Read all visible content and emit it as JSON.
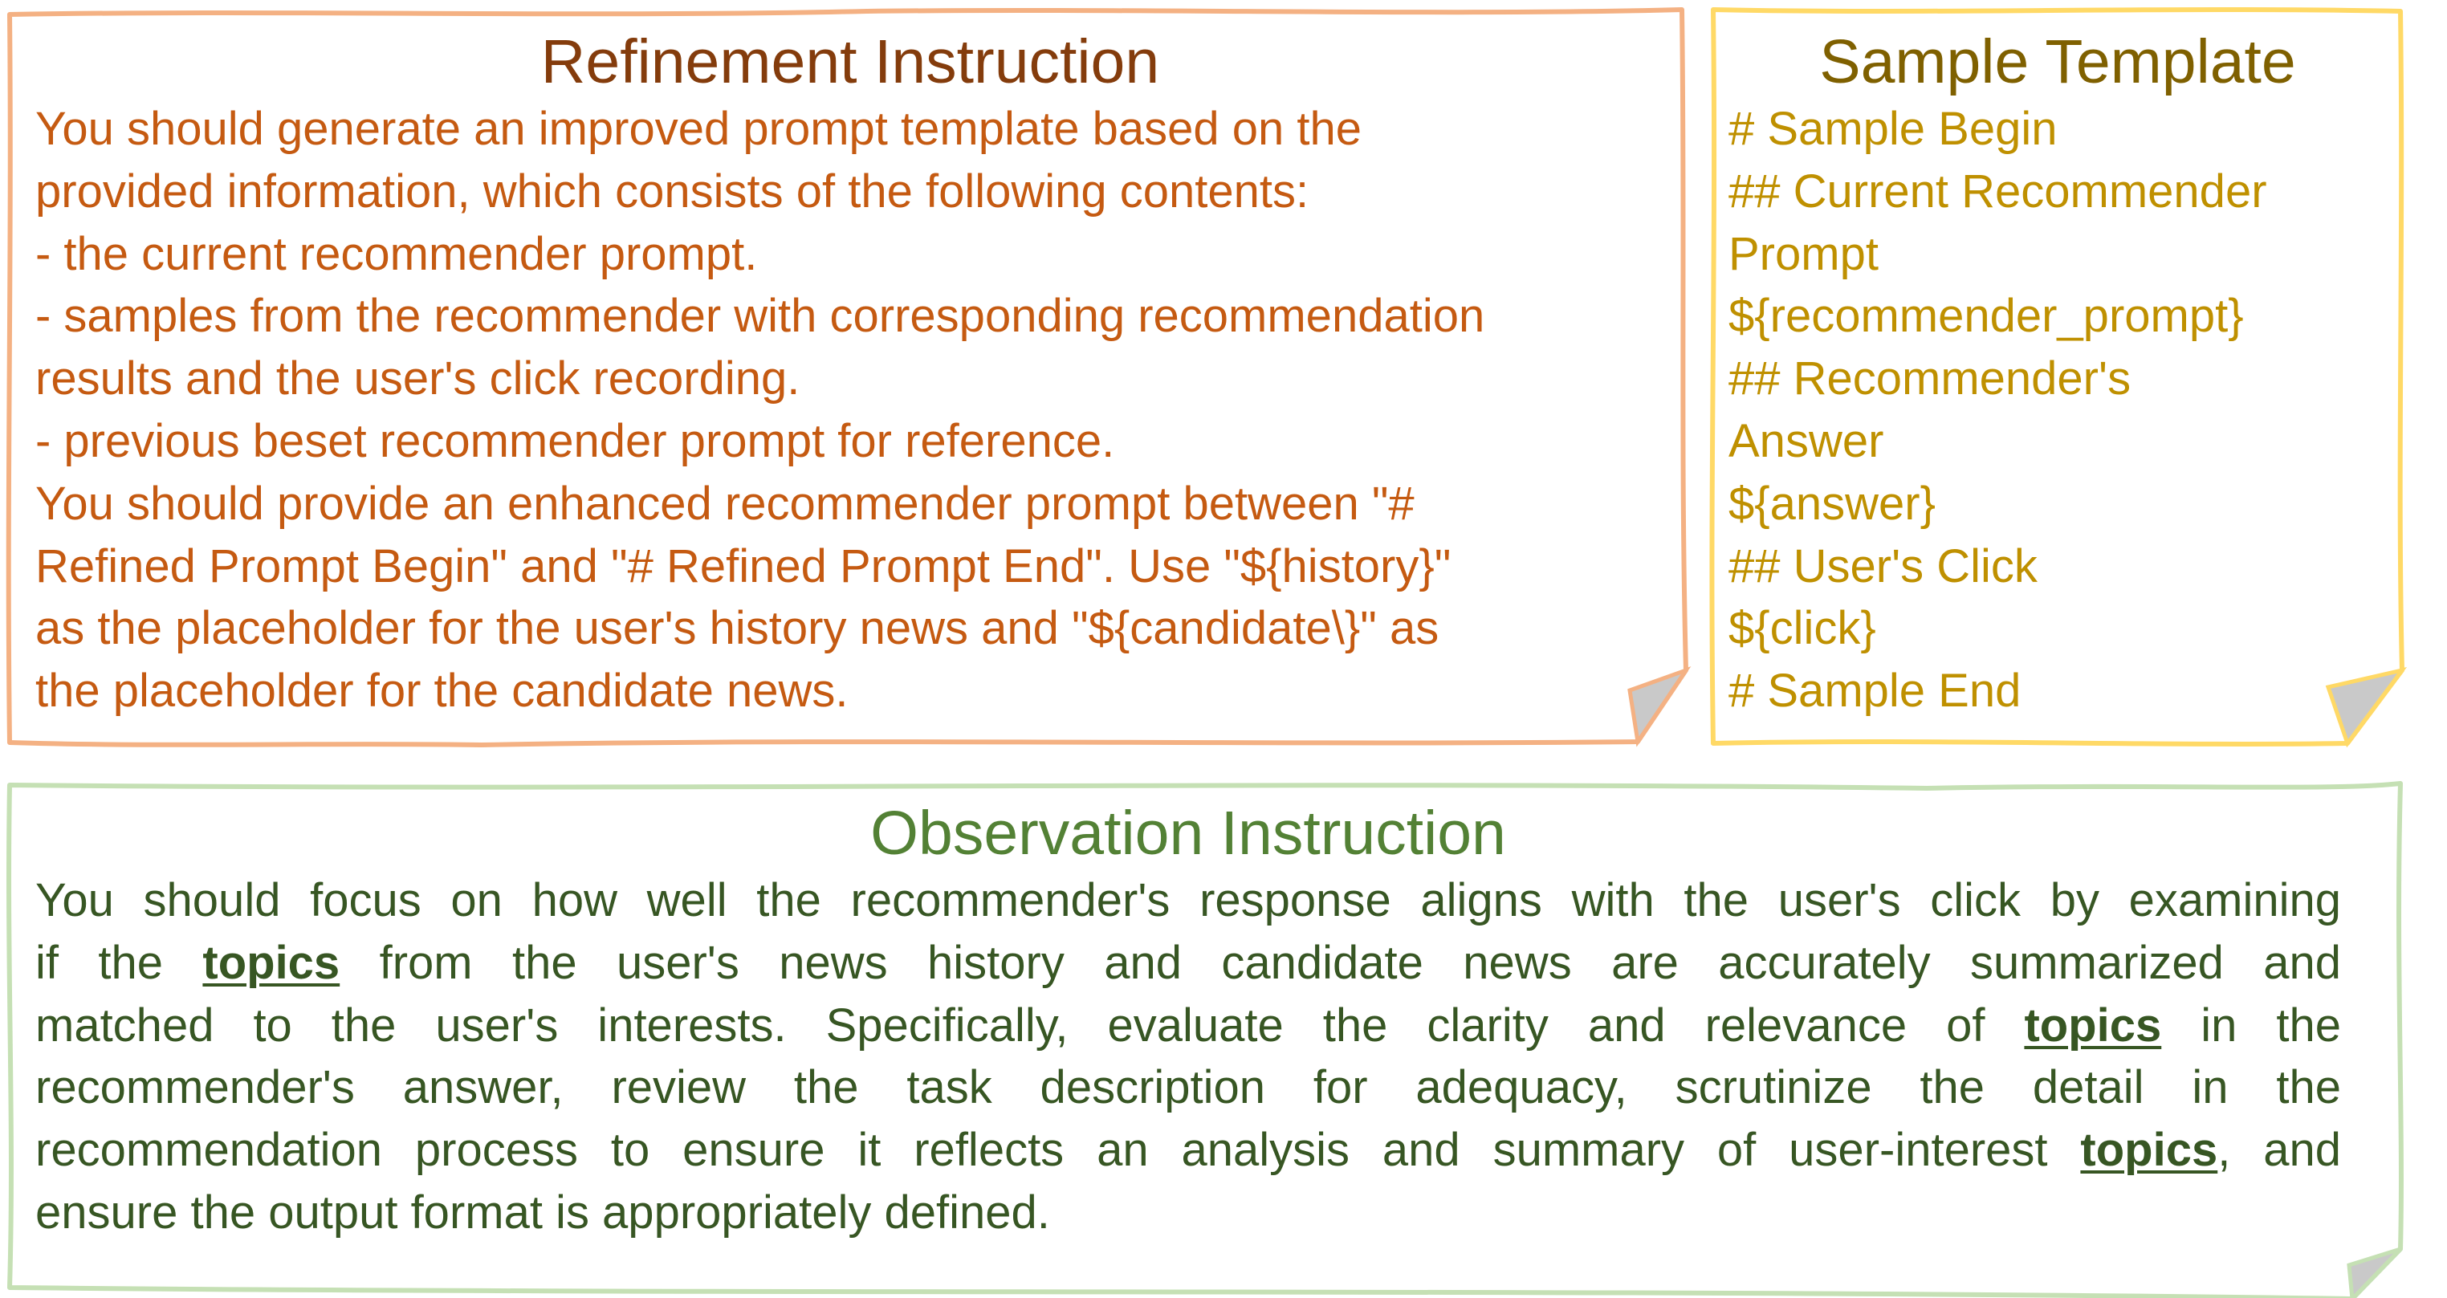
{
  "colors": {
    "refinement_border": "#f4b183",
    "refinement_text": "#c55a11",
    "refinement_title": "#843c0c",
    "template_border": "#ffd966",
    "template_text": "#bf9000",
    "template_title": "#7f6000",
    "observation_border": "#c5e0b4",
    "observation_text": "#375623",
    "observation_title": "#538135",
    "fold": "#c9c9c9"
  },
  "refinement": {
    "title": "Refinement Instruction",
    "lines": [
      "You should generate an improved prompt template based on the",
      "provided information, which consists of the following contents:",
      "- the current recommender prompt.",
      "- samples from the recommender with corresponding recommendation",
      "results and the user's click recording.",
      "- previous beset recommender prompt for reference.",
      "You should provide an enhanced recommender prompt between \"#",
      "Refined Prompt Begin\" and \"# Refined Prompt End\". Use \"${history}\"",
      "as the placeholder for the user's history news and \"${candidate\\}\" as",
      "the placeholder for the candidate news."
    ]
  },
  "template": {
    "title": "Sample Template",
    "lines": [
      "# Sample Begin",
      "## Current Recommender",
      "Prompt",
      "${recommender_prompt}",
      "## Recommender's",
      "Answer",
      "${answer}",
      "## User's Click",
      "${click}",
      "# Sample End"
    ]
  },
  "observation": {
    "title": "Observation Instruction",
    "keyword": "topics",
    "lines": [
      [
        "You should focus on how well the recommender's response aligns with the user's click by examining"
      ],
      [
        "if the ",
        "topics",
        " from the user's news history and candidate news are accurately summarized and"
      ],
      [
        "matched to the user's interests. Specifically, evaluate the clarity and relevance of ",
        "topics",
        " in the"
      ],
      [
        "recommender's answer, review the task description for adequacy, scrutinize the detail in the"
      ],
      [
        "recommendation process to ensure it reflects an analysis and summary of user-interest ",
        "topics",
        ", and"
      ],
      [
        "ensure the output format is appropriately defined."
      ]
    ]
  }
}
